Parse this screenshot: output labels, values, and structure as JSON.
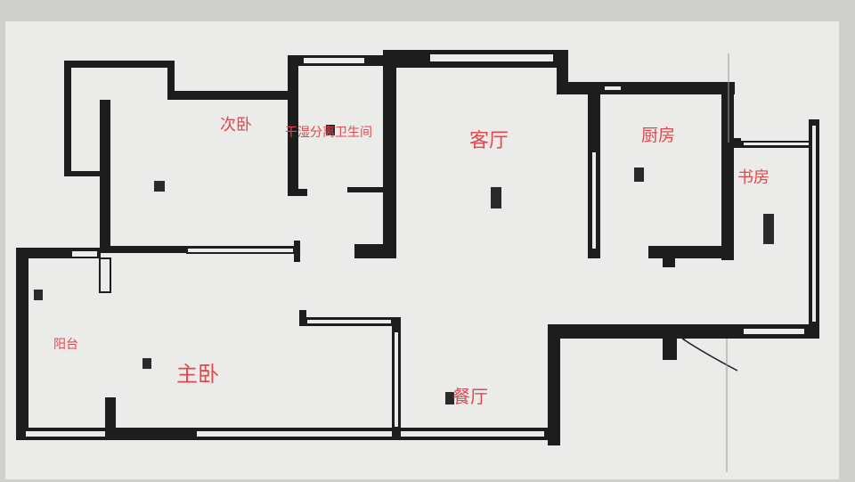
{
  "plan": {
    "rooms": [
      {
        "id": "living-room",
        "label": "客厅"
      },
      {
        "id": "second-bedroom",
        "label": "次卧"
      },
      {
        "id": "bathroom",
        "label": "干湿分离卫生间"
      },
      {
        "id": "kitchen",
        "label": "厨房"
      },
      {
        "id": "study",
        "label": "书房"
      },
      {
        "id": "master-bedroom",
        "label": "主卧"
      },
      {
        "id": "balcony",
        "label": "阳台"
      },
      {
        "id": "dining-room",
        "label": "餐厅"
      }
    ]
  },
  "colors": {
    "wall": "#1d1d1d",
    "paper": "#ebebe9",
    "background": "#cfcfcd",
    "label": "#e0494d"
  }
}
